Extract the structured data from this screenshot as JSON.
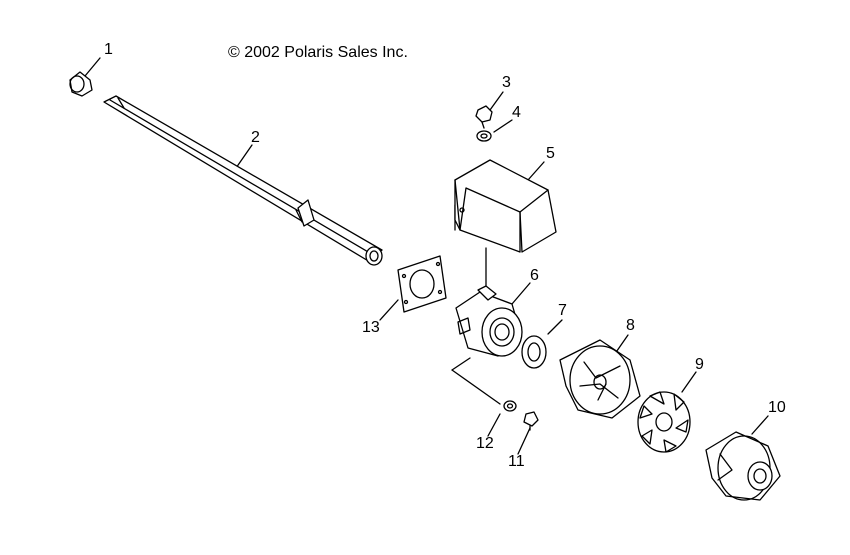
{
  "copyright": "© 2002 Polaris Sales Inc.",
  "callouts": [
    "1",
    "2",
    "3",
    "4",
    "5",
    "6",
    "7",
    "8",
    "9",
    "10",
    "11",
    "12",
    "13"
  ]
}
